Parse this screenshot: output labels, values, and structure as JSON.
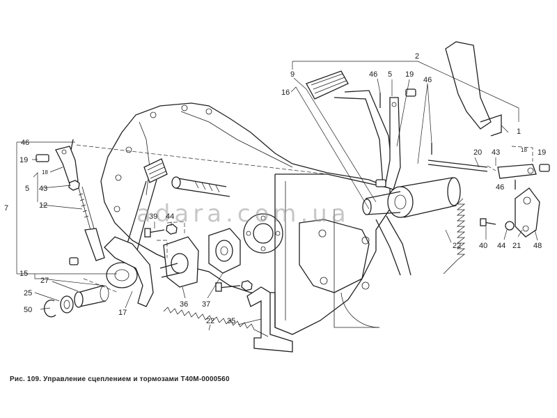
{
  "caption": "Рис. 109. Управление сцеплением и тормозами Т40М-0000560",
  "watermark": "adara.com.ua",
  "callouts": {
    "c1": "1",
    "c2": "2",
    "c5a": "5",
    "c5b": "5",
    "c7": "7",
    "c9": "9",
    "c12": "12",
    "c15": "15",
    "c16": "16",
    "c17": "17",
    "c18a": "18",
    "c18b": "18",
    "c19a": "19",
    "c19b": "19",
    "c19c": "19",
    "c20": "20",
    "c21": "21",
    "c22a": "22",
    "c22b": "22",
    "c25": "25",
    "c27": "27",
    "c35": "35",
    "c36": "36",
    "c37": "37",
    "c39": "39",
    "c40": "40",
    "c43a": "43",
    "c43b": "43",
    "c44a": "44",
    "c44b": "44",
    "c46a": "46",
    "c46b": "46",
    "c46c": "46",
    "c46d": "46",
    "c48": "48",
    "c50": "50"
  }
}
